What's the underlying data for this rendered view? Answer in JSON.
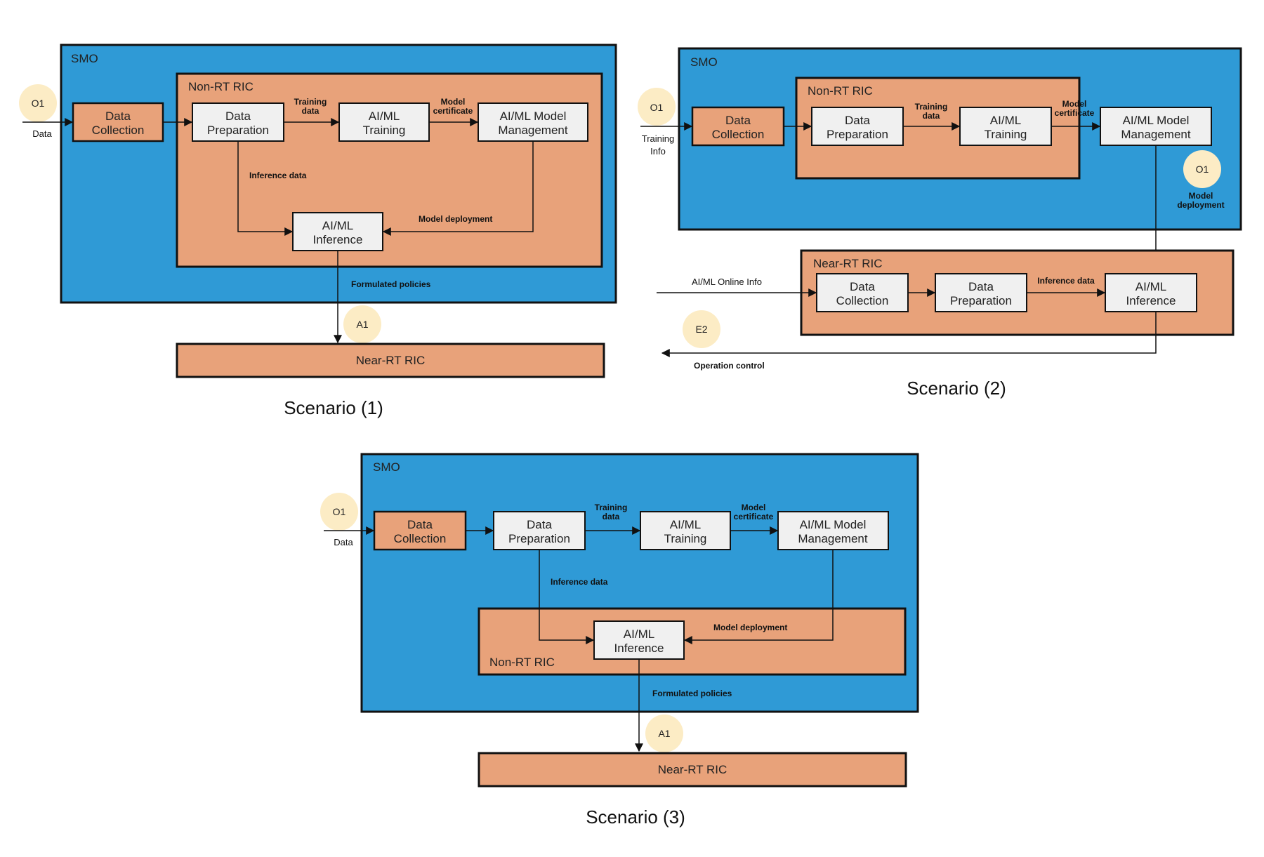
{
  "colors": {
    "smo": "#2f9ad6",
    "ric": "#e8a27a",
    "box": "#f0f0f0",
    "iface": "#fcecc5"
  },
  "s1": {
    "caption": "Scenario (1)",
    "smo": "SMO",
    "nonrt": "Non-RT RIC",
    "o1": "O1",
    "data_in": "Data",
    "data_collection": [
      "Data",
      "Collection"
    ],
    "data_prep": [
      "Data",
      "Preparation"
    ],
    "training": [
      "AI/ML",
      "Training"
    ],
    "model_mgmt": [
      "AI/ML Model",
      "Management"
    ],
    "inference": [
      "AI/ML",
      "Inference"
    ],
    "training_data": [
      "Training",
      "data"
    ],
    "model_cert": [
      "Model",
      "certificate"
    ],
    "inference_data": "Inference data",
    "model_deploy": "Model deployment",
    "policies": "Formulated policies",
    "a1": "A1",
    "nearrt": "Near-RT RIC"
  },
  "s2": {
    "caption": "Scenario (2)",
    "smo": "SMO",
    "nonrt": "Non-RT RIC",
    "o1": "O1",
    "training_info": [
      "Training",
      "Info"
    ],
    "data_collection": [
      "Data",
      "Collection"
    ],
    "data_prep": [
      "Data",
      "Preparation"
    ],
    "training": [
      "AI/ML",
      "Training"
    ],
    "model_mgmt": [
      "AI/ML Model",
      "Management"
    ],
    "training_data": [
      "Training",
      "data"
    ],
    "model_cert": [
      "Model",
      "certificate"
    ],
    "o1_deploy": "O1",
    "model_deploy": [
      "Model",
      "deployment"
    ],
    "nearrt": "Near-RT RIC",
    "online_info": "AI/ML  Online Info",
    "near_data_collection": [
      "Data",
      "Collection"
    ],
    "near_data_prep": [
      "Data",
      "Preparation"
    ],
    "inference_data": "Inference data",
    "inference": [
      "AI/ML",
      "Inference"
    ],
    "e2": "E2",
    "operation": "Operation control"
  },
  "s3": {
    "caption": "Scenario (3)",
    "smo": "SMO",
    "nonrt": "Non-RT RIC",
    "o1": "O1",
    "data_in": "Data",
    "data_collection": [
      "Data",
      "Collection"
    ],
    "data_prep": [
      "Data",
      "Preparation"
    ],
    "training": [
      "AI/ML",
      "Training"
    ],
    "model_mgmt": [
      "AI/ML Model",
      "Management"
    ],
    "inference": [
      "AI/ML",
      "Inference"
    ],
    "training_data": [
      "Training",
      "data"
    ],
    "model_cert": [
      "Model",
      "certificate"
    ],
    "inference_data": "Inference data",
    "model_deploy": "Model deployment",
    "policies": "Formulated policies",
    "a1": "A1",
    "nearrt": "Near-RT RIC"
  }
}
